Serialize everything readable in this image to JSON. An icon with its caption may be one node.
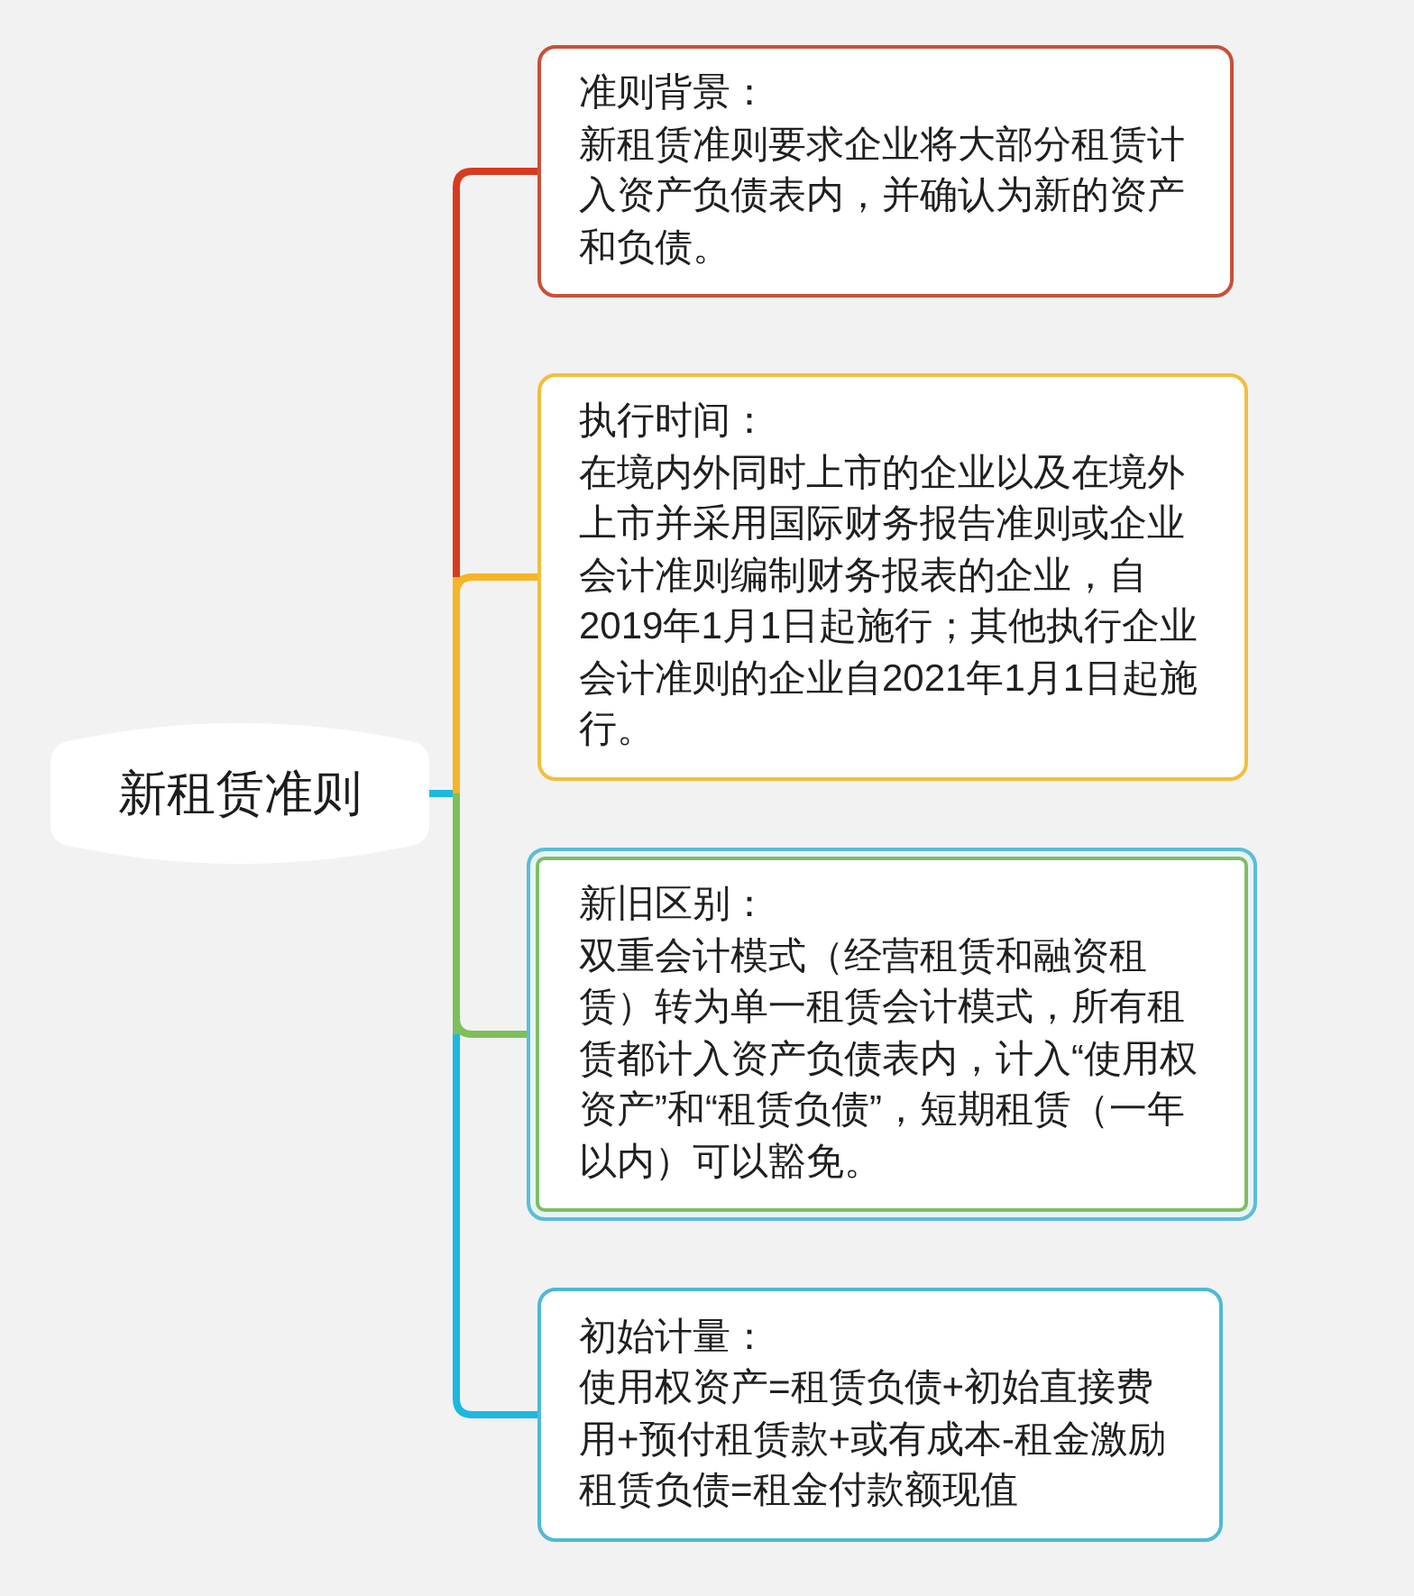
{
  "diagram": {
    "nodes": [
      {
        "text": [
          "新租赁准则"
        ]
      },
      {
        "text": [
          "准则背景：",
          "新租赁准则要求企业将大部分租赁计入资产负债表内，并确认为新的资产和负债。"
        ]
      },
      {
        "text": [
          "执行时间：",
          "在境内外同时上市的企业以及在境外上市并采用国际财务报告准则或企业会计准则编制财务报表的企业，自2019年1月1日起施行；其他执行企业会计准则的企业自2021年1月1日起施行。"
        ]
      },
      {
        "text": [
          "新旧区别：",
          "双重会计模式（经营租赁和融资租赁）转为单一租赁会计模式，所有租赁都计入资产负债表内，计入“使用权资产”和“租赁负债”，短期租赁（一年以内）可以豁免。"
        ]
      },
      {
        "text": [
          "初始计量：",
          "使用权资产=租赁负债+初始直接费用+预付租赁款+或有成本-租金激励",
          "租赁负债=租金付款额现值"
        ]
      }
    ],
    "edges": [
      {
        "from": 0,
        "to": 1,
        "arrow": "none",
        "color": "#d93a1f"
      },
      {
        "from": 0,
        "to": 2,
        "arrow": "none",
        "color": "#f5b526"
      },
      {
        "from": 0,
        "to": 3,
        "arrow": "none",
        "color": "#7dbf5a"
      },
      {
        "from": 0,
        "to": 4,
        "arrow": "none",
        "color": "#1cb8df"
      }
    ]
  }
}
